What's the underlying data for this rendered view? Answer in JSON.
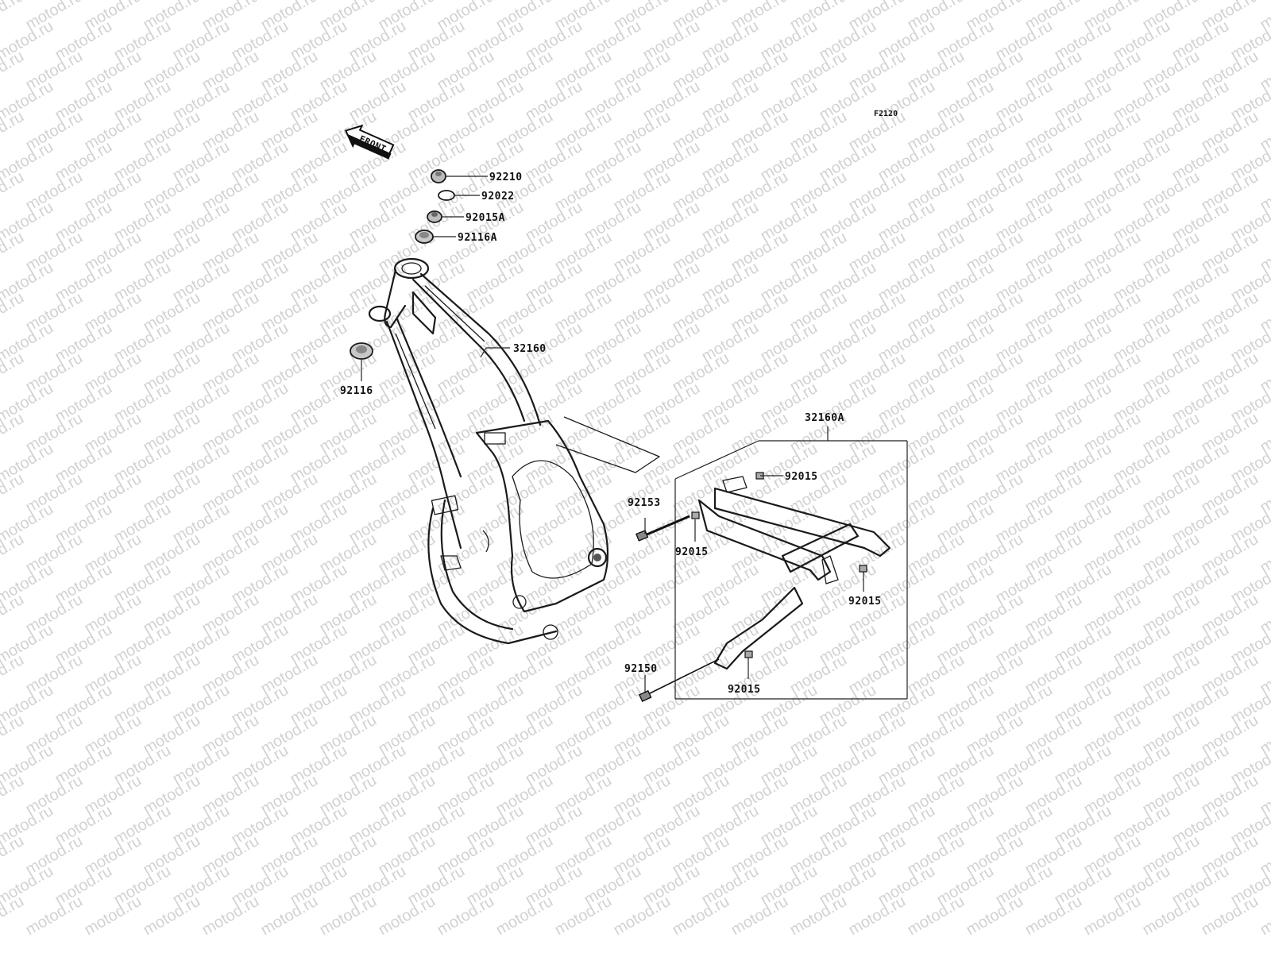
{
  "diagram_code": "F2120",
  "front_arrow": {
    "label": "FRONT",
    "icon": "front-direction-arrow-icon"
  },
  "watermark_text": "motod.ru",
  "callouts": {
    "nut_top": "92210",
    "washer": "92022",
    "nut_mid": "92015A",
    "bearing_upper": "92116A",
    "frame_main": "32160",
    "bearing_lower": "92116",
    "subframe_group": "32160A",
    "bolt_subframe_top": "92015",
    "bolt_left_upper": "92153",
    "bolt_left_mid": "92015",
    "bolt_right": "92015",
    "bolt_left_lower": "92150",
    "bolt_bottom": "92015"
  },
  "colors": {
    "ink": "#1a1a1a",
    "watermark": "#d2d2d2",
    "background": "#ffffff"
  }
}
